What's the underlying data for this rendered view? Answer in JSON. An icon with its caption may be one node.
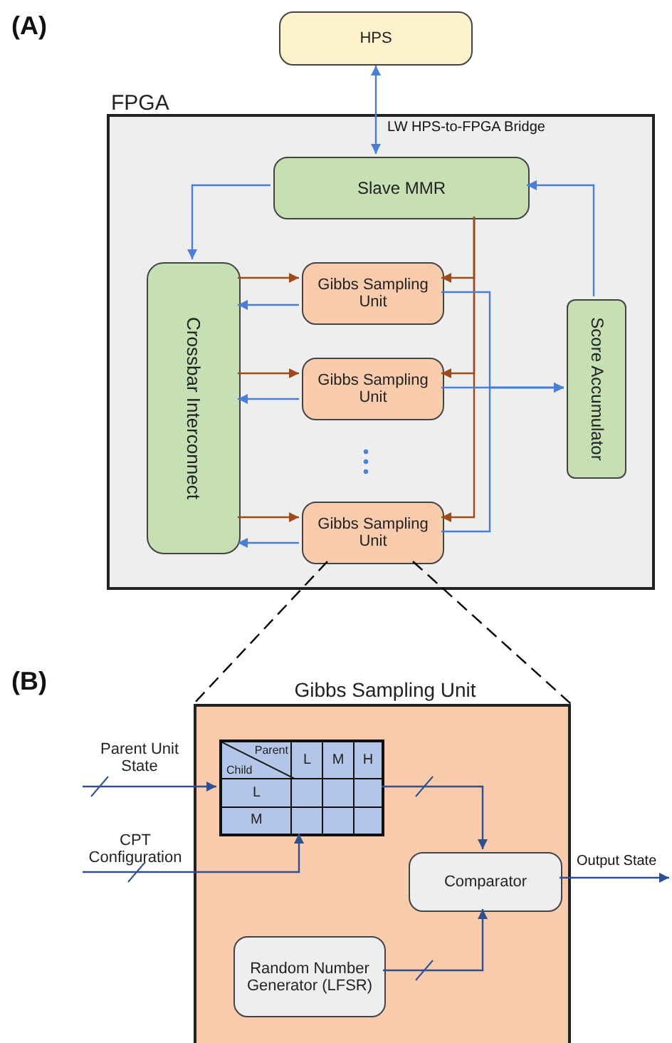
{
  "diagram": {
    "nodes": [
      {
        "text": [
          "HPS"
        ]
      },
      {
        "text": [
          "FPGA"
        ]
      },
      {
        "text": [
          "Slave MMR"
        ],
        "in": 1
      },
      {
        "text": [
          "Crossbar Interconnect"
        ],
        "in": 1
      },
      {
        "text": [
          "Gibbs Sampling Unit"
        ],
        "in": 1
      },
      {
        "text": [
          "Gibbs Sampling Unit"
        ],
        "in": 1
      },
      {
        "text": [
          "Gibbs Sampling Unit"
        ],
        "in": 1
      },
      {
        "text": [
          "Score Accumulator"
        ],
        "in": 1
      },
      {
        "text": [
          "Gibbs Sampling Unit"
        ]
      },
      {
        "text": [
          "Parent",
          "Child",
          "L",
          "M",
          "H",
          "L",
          "M"
        ],
        "in": 8
      },
      {
        "text": [
          "Comparator"
        ],
        "in": 8
      },
      {
        "text": [
          "Random Number Generator (LFSR)"
        ],
        "in": 8
      },
      {
        "text": [
          "Parent Unit State"
        ]
      },
      {
        "text": [
          "CPT Configuration"
        ]
      }
    ],
    "edges": [
      {
        "from": 0,
        "to": 2,
        "arrow": "both",
        "label": "LW HPS-to-FPGA Bridge",
        "color": "#4a7fd4"
      },
      {
        "from": 2,
        "to": 3,
        "arrow": "to",
        "color": "#4a7fd4"
      },
      {
        "from": 3,
        "to": 4,
        "arrow": "to",
        "color": "#9c4a1a"
      },
      {
        "from": 4,
        "to": 3,
        "arrow": "to",
        "color": "#4a7fd4"
      },
      {
        "from": 3,
        "to": 5,
        "arrow": "to",
        "color": "#9c4a1a"
      },
      {
        "from": 5,
        "to": 3,
        "arrow": "to",
        "color": "#4a7fd4"
      },
      {
        "from": 3,
        "to": 6,
        "arrow": "to",
        "color": "#9c4a1a"
      },
      {
        "from": 6,
        "to": 3,
        "arrow": "to",
        "color": "#4a7fd4"
      },
      {
        "from": 2,
        "to": 4,
        "arrow": "to",
        "color": "#9c4a1a"
      },
      {
        "from": 2,
        "to": 5,
        "arrow": "to",
        "color": "#9c4a1a"
      },
      {
        "from": 2,
        "to": 6,
        "arrow": "to",
        "color": "#9c4a1a"
      },
      {
        "from": 4,
        "to": 7,
        "arrow": "to",
        "color": "#4a7fd4"
      },
      {
        "from": 5,
        "to": 7,
        "arrow": "to",
        "color": "#4a7fd4"
      },
      {
        "from": 6,
        "to": 7,
        "arrow": "to",
        "color": "#4a7fd4"
      },
      {
        "from": 7,
        "to": 2,
        "arrow": "to",
        "color": "#4a7fd4"
      },
      {
        "from": 6,
        "to": 8,
        "arrow": "none",
        "style": "dashed",
        "color": "#000000"
      },
      {
        "from": 6,
        "to": 8,
        "arrow": "none",
        "style": "dashed",
        "color": "#000000"
      },
      {
        "from": 12,
        "to": 9,
        "arrow": "to",
        "color": "#2f4f8f"
      },
      {
        "from": 13,
        "to": 9,
        "arrow": "to",
        "color": "#2f4f8f"
      },
      {
        "from": 9,
        "to": 10,
        "arrow": "to",
        "color": "#2f4f8f"
      },
      {
        "from": 11,
        "to": 10,
        "arrow": "to",
        "color": "#2f4f8f"
      },
      {
        "from": 10,
        "to": null,
        "arrow": "to",
        "label": "Output State",
        "color": "#2f4f8f"
      }
    ],
    "labels": [
      "(A)",
      "(B)"
    ]
  }
}
